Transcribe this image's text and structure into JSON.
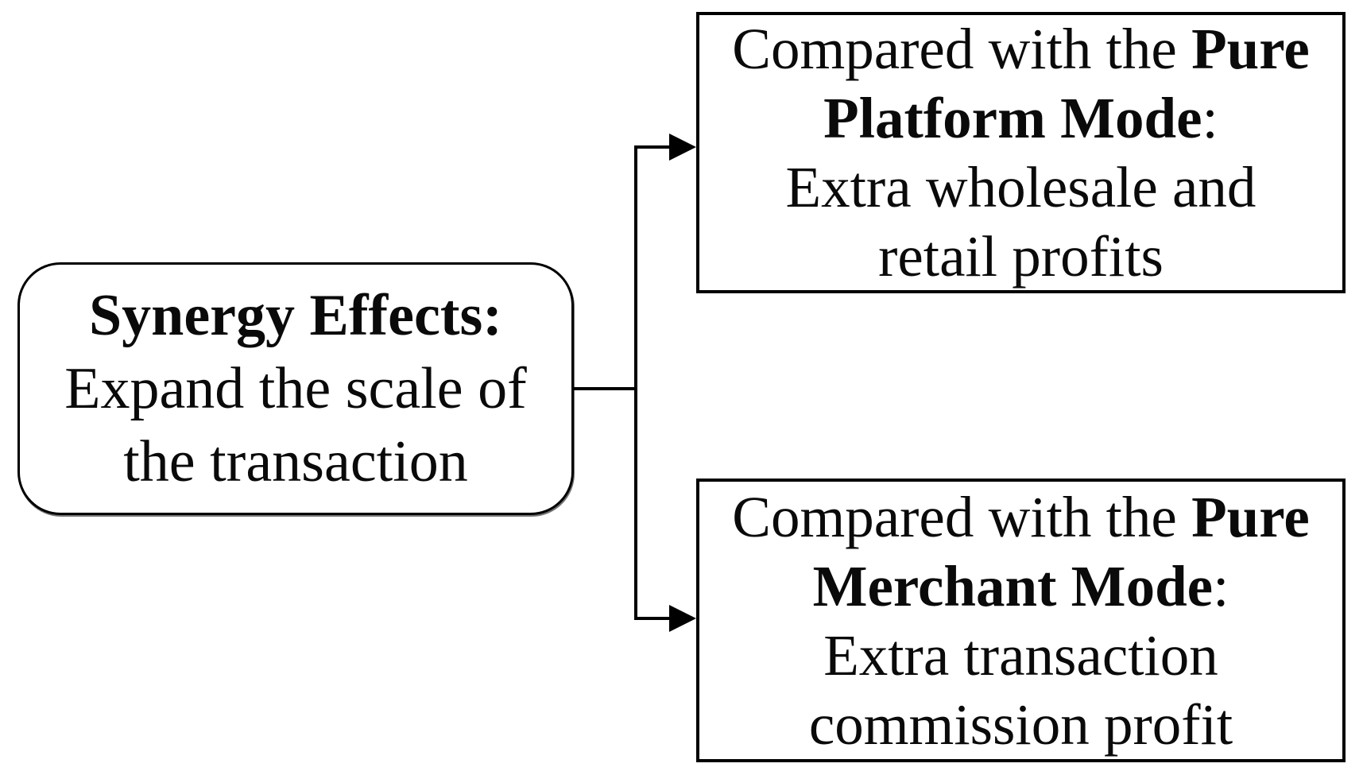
{
  "diagram": {
    "background_color": "#ffffff",
    "line_color": "#000000",
    "left_box": {
      "title": "Synergy Effects:",
      "line2": "Expand the scale of",
      "line3": "the transaction"
    },
    "top_right_box": {
      "line1_regular": "Compared with the ",
      "line1_bold": "Pure",
      "line2_bold": "Platform Mode",
      "line2_colon": ":",
      "line3": "Extra wholesale and",
      "line4": "retail profits"
    },
    "bottom_right_box": {
      "line1_regular": "Compared with the ",
      "line1_bold": "Pure",
      "line2_bold": "Merchant Mode",
      "line2_colon": ":",
      "line3": "Extra transaction",
      "line4": "commission profit"
    }
  }
}
